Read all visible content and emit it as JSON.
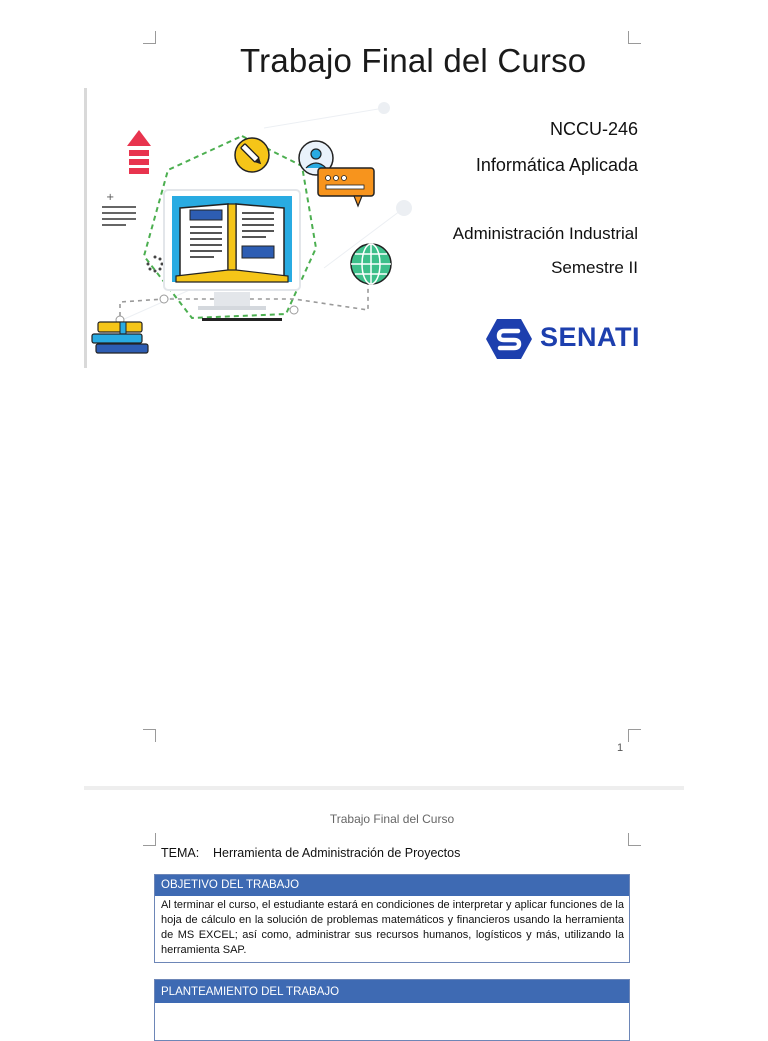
{
  "page1": {
    "title": "Trabajo Final del Curso",
    "course_code": "NCCU-246",
    "course_name": "Informática Aplicada",
    "career": "Administración Industrial",
    "semester": "Semestre II",
    "brand": "SENATI",
    "page_number": "1"
  },
  "page2": {
    "header": "Trabajo Final del Curso",
    "tema_label": "TEMA:",
    "tema_value": "Herramienta de Administración de Proyectos",
    "objetivo_title": "OBJETIVO DEL TRABAJO",
    "objetivo_text": "Al terminar el curso, el estudiante estará en condiciones de interpretar y aplicar funciones de la hoja de cálculo en la solución de problemas matemáticos y financieros usando la herramienta de MS EXCEL; así como, administrar sus recursos humanos, logísticos y más, utilizando la herramienta SAP.",
    "planteamiento_title": "PLANTEAMIENTO DEL TRABAJO"
  },
  "colors": {
    "brand_blue": "#1d3fae",
    "section_header": "#3e6ab3",
    "dashed_ring": "#4caf50",
    "monitor_screen": "#29abe2",
    "book": "#f5c518",
    "chat_bubble": "#f7941d",
    "arrow": "#e8344e",
    "globe": "#3dbf8a"
  },
  "icons": [
    "arrow-up-icon",
    "document-lines-icon",
    "pen-icon",
    "user-chat-icon",
    "book-monitor-icon",
    "globe-icon",
    "stacked-books-icon",
    "senati-logo"
  ]
}
